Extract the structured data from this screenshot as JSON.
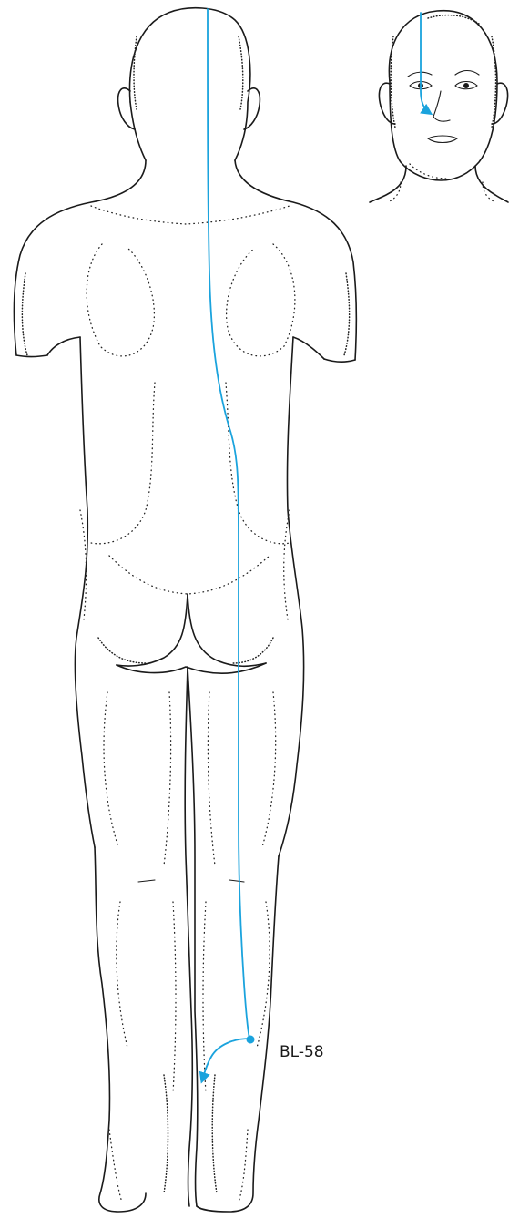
{
  "figure": {
    "channel_color": "#1aa3dd",
    "outline_color": "#1a1a1a",
    "views": [
      "posterior-full-body",
      "anterior-head"
    ],
    "points": [
      {
        "id": "bl58",
        "label": "BL-58"
      }
    ]
  }
}
